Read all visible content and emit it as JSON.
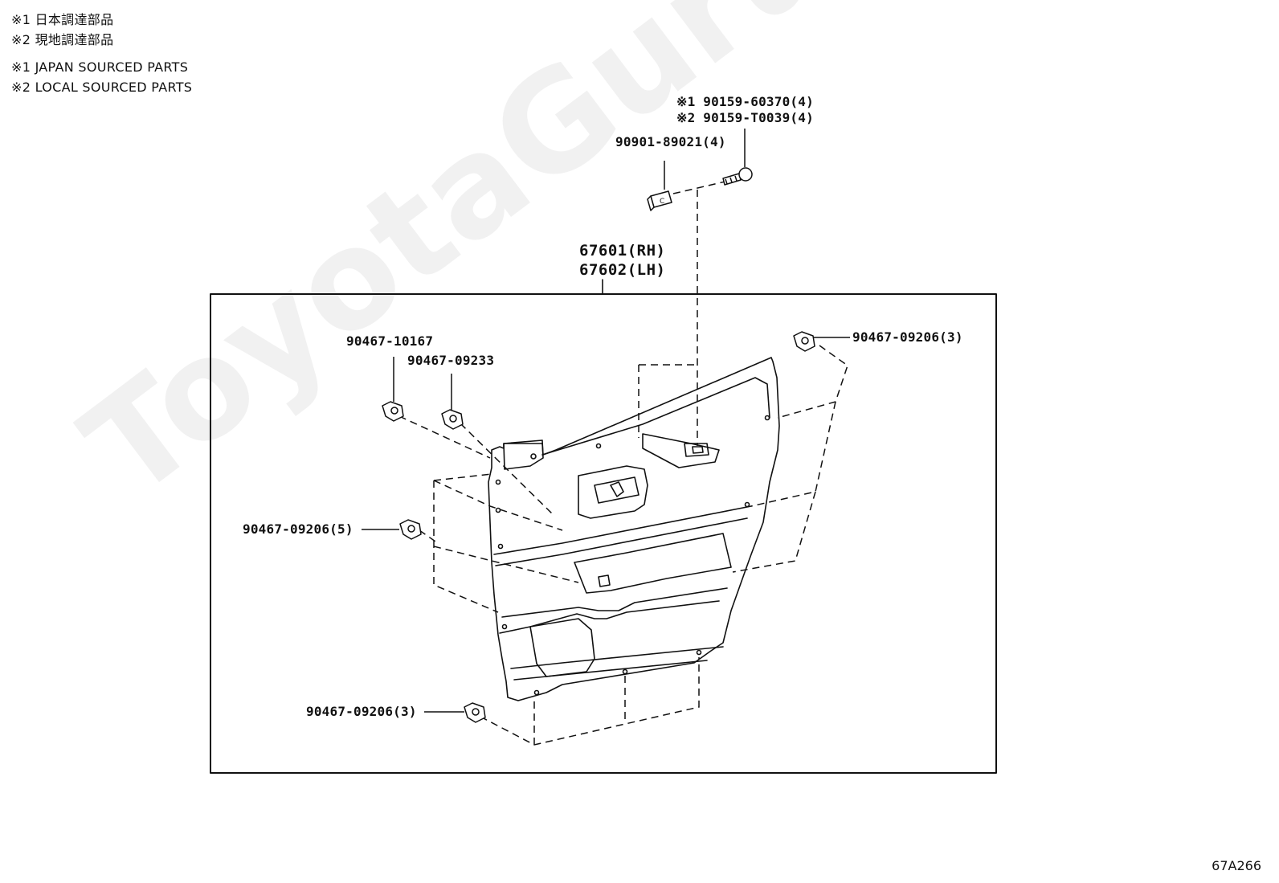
{
  "notes": {
    "jp1": "※1 日本調達部品",
    "jp2": "※2 現地調達部品",
    "en1": "※1 JAPAN SOURCED PARTS",
    "en2": "※2 LOCAL SOURCED PARTS"
  },
  "parts": {
    "bolt_jp": "※1 90159-60370(4)",
    "bolt_local": "※2 90159-T0039(4)",
    "nut": "90901-89021(4)",
    "panel_rh": "67601(RH)",
    "panel_lh": "67602(LH)",
    "clip_a": "90467-10167",
    "clip_b": "90467-09233",
    "clip_right": "90467-09206(3)",
    "clip_left": "90467-09206(5)",
    "clip_bottom": "90467-09206(3)"
  },
  "watermark": "ToyotaGuruMine.ru",
  "diagram_code": "67A266",
  "colors": {
    "line": "#111111",
    "watermark": "#000000"
  }
}
